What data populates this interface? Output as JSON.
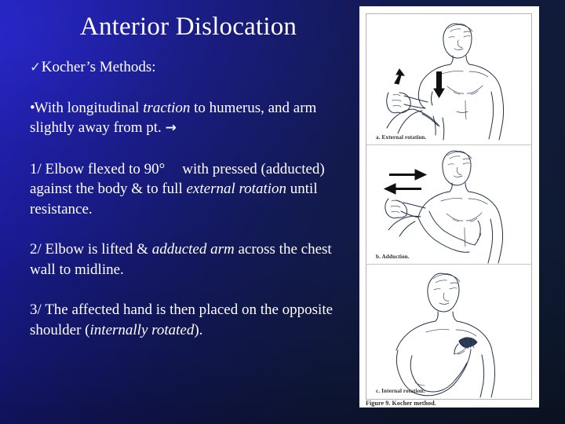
{
  "slide": {
    "title": "Anterior Dislocation",
    "background": {
      "start_color": "#2020b4",
      "end_color": "#0d1a33"
    }
  },
  "body": {
    "heading": {
      "bullet": "check-bullet",
      "bullet_glyph": "✓",
      "text": "Kocher’s Methods:"
    },
    "intro": {
      "bullet_glyph": "•",
      "line1_a": "With longitudinal ",
      "line1_italic": "traction",
      "line1_b": " to humerus, and arm slightly away from pt. ",
      "arrow_glyph": "→"
    },
    "steps": [
      {
        "number": "1/",
        "seg1": "  Elbow flexed to 90°",
        "seg_gap": true,
        "seg2": "with pressed (adducted) against the body & to full ",
        "italic": "external rotation",
        "seg3": " until resistance."
      },
      {
        "number": "2/",
        "seg1": " Elbow is lifted & ",
        "italic": "adducted arm",
        "seg3": " across the chest wall to midline."
      },
      {
        "number": "3/",
        "seg1": " The affected hand is then placed on the opposite shoulder (",
        "italic": "internally rotated",
        "seg3": ")."
      }
    ]
  },
  "figure": {
    "caption": "Figure 9. Kocher method.",
    "panels": [
      {
        "id": "a",
        "label": "a. External rotation."
      },
      {
        "id": "b",
        "label": "b. Adduction."
      },
      {
        "id": "c",
        "label": "c. Internal rotation."
      }
    ]
  }
}
